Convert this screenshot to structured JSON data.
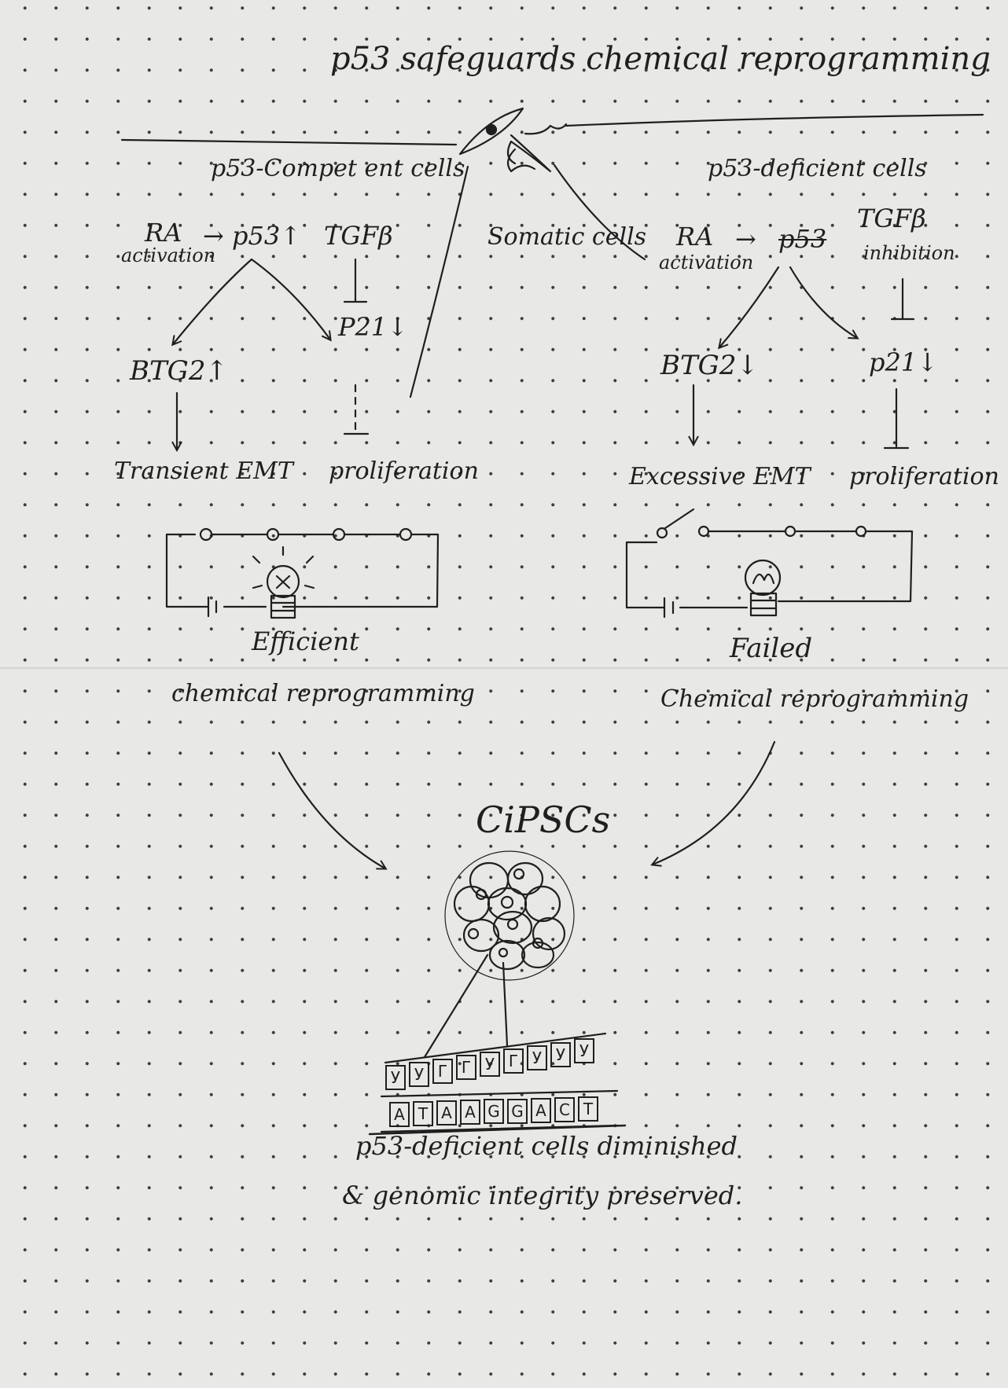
{
  "title": "p53 safeguards chemical reprogramming",
  "center_label": "Somatic cells",
  "left": {
    "heading": "p53-Compet ent cells",
    "ra": "RA",
    "ra_sub": "activation",
    "p53": "→ p53↑",
    "tgf": "TGFβ",
    "p21": "P21↓",
    "btg2": "BTG2↑",
    "emt": "Transient EMT",
    "proliferation": "proliferation",
    "result_word": "Efficient",
    "result_text": "chemical reprogramming"
  },
  "right": {
    "heading": "p53-deficient cells",
    "ra": "RA",
    "ra_sub": "activation",
    "arrow": "→",
    "p53": "p53",
    "tgf": "TGFβ",
    "tgf_sub": "inhibition",
    "p21": "p21↓",
    "btg2": "BTG2↓",
    "emt": "Excessive EMT",
    "proliferation": "proliferation",
    "result_word": "Failed",
    "result_text": "Chemical reprogramming"
  },
  "ciPSC_label": "CiPSCs",
  "dna_top": [
    "У",
    "У",
    "Г",
    "Г",
    "У",
    "Г",
    "У",
    "У",
    "У"
  ],
  "dna_bottom": [
    "A",
    "T",
    "A",
    "A",
    "G",
    "G",
    "A",
    "C",
    "T"
  ],
  "conclusion_line1": "p53-deficient cells diminished",
  "conclusion_line2": "& genomic integrity preserved."
}
